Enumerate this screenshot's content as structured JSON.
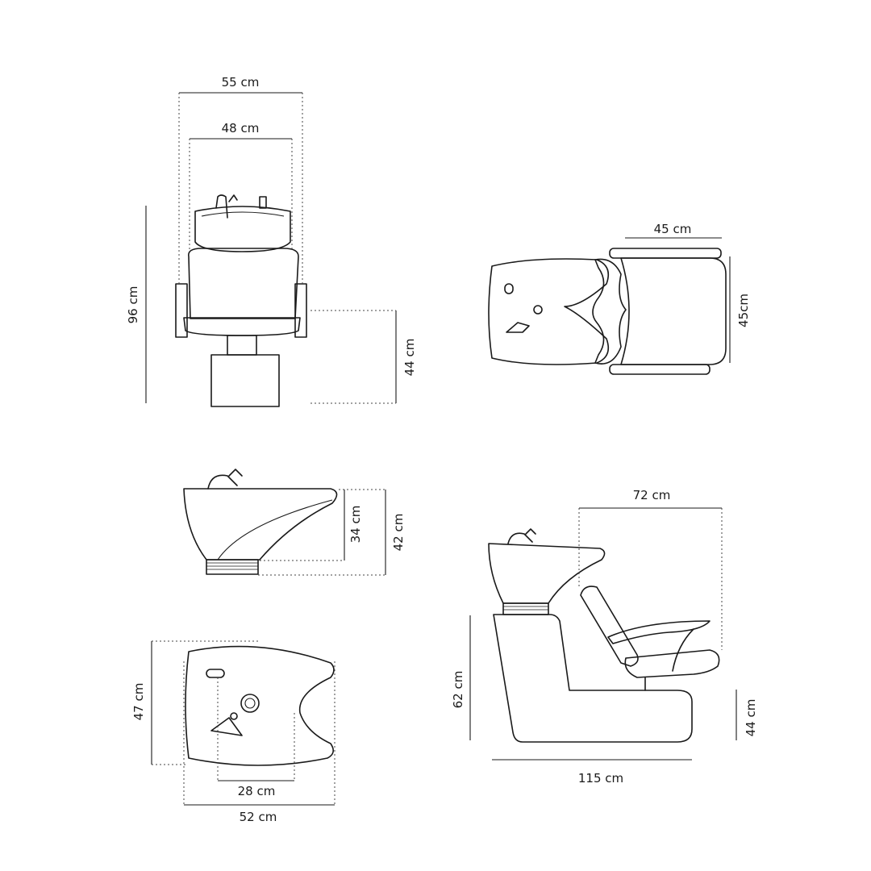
{
  "colors": {
    "line": "#1a1a1a",
    "background": "#ffffff"
  },
  "front_view": {
    "width_outer": "55 cm",
    "width_inner": "48 cm",
    "height_total": "96 cm",
    "seat_height": "44 cm"
  },
  "top_view": {
    "chair_width": "45 cm",
    "chair_depth": "45cm"
  },
  "basin_side_view": {
    "bowl_height": "34 cm",
    "total_height": "42 cm"
  },
  "basin_top_view": {
    "depth": "47 cm",
    "cutout_width": "28 cm",
    "width": "52 cm"
  },
  "full_side_view": {
    "chair_length": "72 cm",
    "base_height": "62 cm",
    "seat_height": "44 cm",
    "total_length": "115 cm"
  }
}
